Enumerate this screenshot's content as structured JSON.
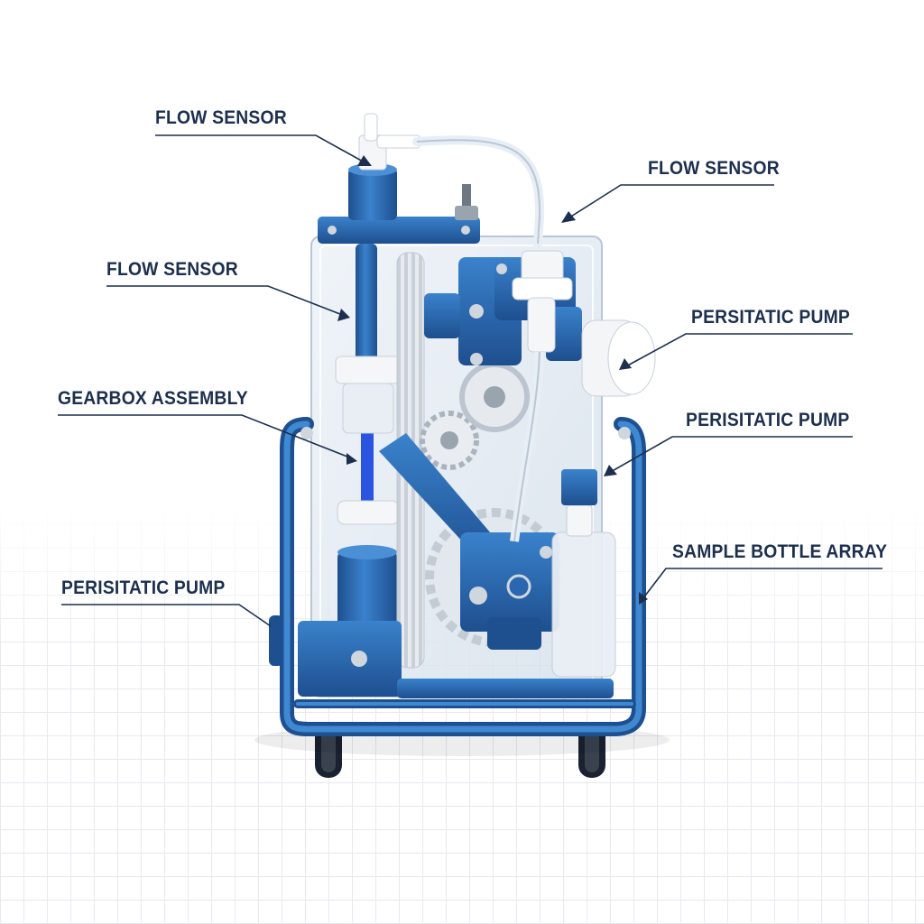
{
  "labels": [
    {
      "key": "flow_sensor_top",
      "text": "FLOW SENSOR"
    },
    {
      "key": "flow_sensor_right",
      "text": "FLOW SENSOR"
    },
    {
      "key": "flow_sensor_left",
      "text": "FLOW SENSOR"
    },
    {
      "key": "pump_right_upper",
      "text": "PERSITATIC PUMP"
    },
    {
      "key": "gearbox",
      "text": "GEARBOX ASSEMBLY"
    },
    {
      "key": "pump_right_lower",
      "text": "PERISITATIC PUMP"
    },
    {
      "key": "bottle_array",
      "text": "SAMPLE BOTTLE ARRAY"
    },
    {
      "key": "pump_left_lower",
      "text": "PERISITATIC PUMP"
    }
  ],
  "colors": {
    "frame_blue": "#2f6fb5",
    "dark_blue": "#1e4f8f",
    "label_text": "#1c2f4d",
    "leader_line": "#1c2f4d",
    "acrylic": "#dfe8f2",
    "white_part": "#f4f6f8"
  }
}
